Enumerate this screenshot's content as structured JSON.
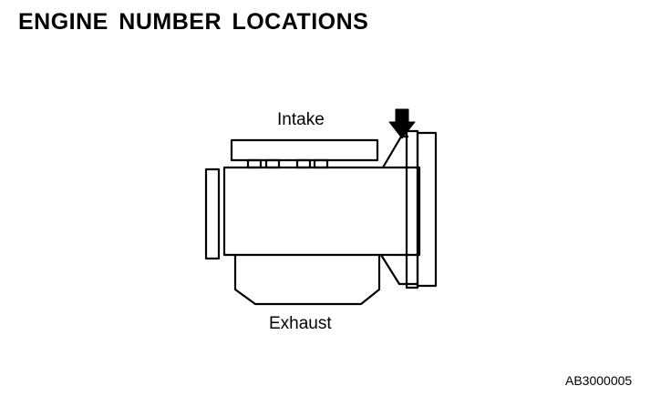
{
  "title": "ENGINE NUMBER LOCATIONS",
  "labels": {
    "intake": "Intake",
    "exhaust": "Exhaust"
  },
  "figure_code": "AB3000005",
  "colors": {
    "line": "#000000",
    "background": "#ffffff"
  },
  "icons": {
    "location_marker": "arrow-down-icon"
  }
}
